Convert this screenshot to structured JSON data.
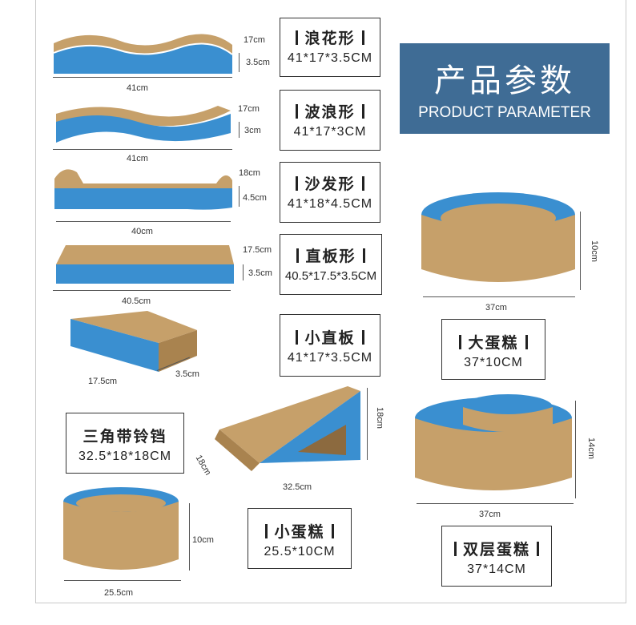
{
  "banner": {
    "title_cn": "产品参数",
    "title_en": "PRODUCT PARAMETER"
  },
  "specs": [
    {
      "name": "浪花形",
      "size": "41*17*3.5CM"
    },
    {
      "name": "波浪形",
      "size": "41*17*3CM"
    },
    {
      "name": "沙发形",
      "size": "41*18*4.5CM"
    },
    {
      "name": "直板形",
      "size": "40.5*17.5*3.5CM"
    },
    {
      "name": "小直板",
      "size": "41*17*3.5CM"
    },
    {
      "name": "三角带铃铛",
      "size": "32.5*18*18CM"
    },
    {
      "name": "小蛋糕",
      "size": "25.5*10CM"
    },
    {
      "name": "大蛋糕",
      "size": "37*10CM"
    },
    {
      "name": "双层蛋糕",
      "size": "37*14CM"
    }
  ],
  "dims": {
    "wave_len": "41cm",
    "wave_w": "17cm",
    "wave_h": "3.5cm",
    "ripple_len": "41cm",
    "ripple_w": "17cm",
    "ripple_h": "3cm",
    "sofa_len": "40cm",
    "sofa_w": "18cm",
    "sofa_h": "4.5cm",
    "flat_len": "40.5cm",
    "flat_w": "17.5cm",
    "flat_h": "3.5cm",
    "small_w": "17.5cm",
    "small_h": "3.5cm",
    "tri_len": "32.5cm",
    "tri_w": "18cm",
    "tri_h": "18cm",
    "scake_d": "25.5cm",
    "scake_h": "10cm",
    "bcake_d": "37cm",
    "bcake_h": "10cm",
    "dcake_d": "37cm",
    "dcake_h": "14cm"
  },
  "colors": {
    "cardboard": "#c6a06a",
    "cardboard_dark": "#a9834f",
    "print_blue": "#3a8fd0",
    "banner": "#3f6c95"
  }
}
